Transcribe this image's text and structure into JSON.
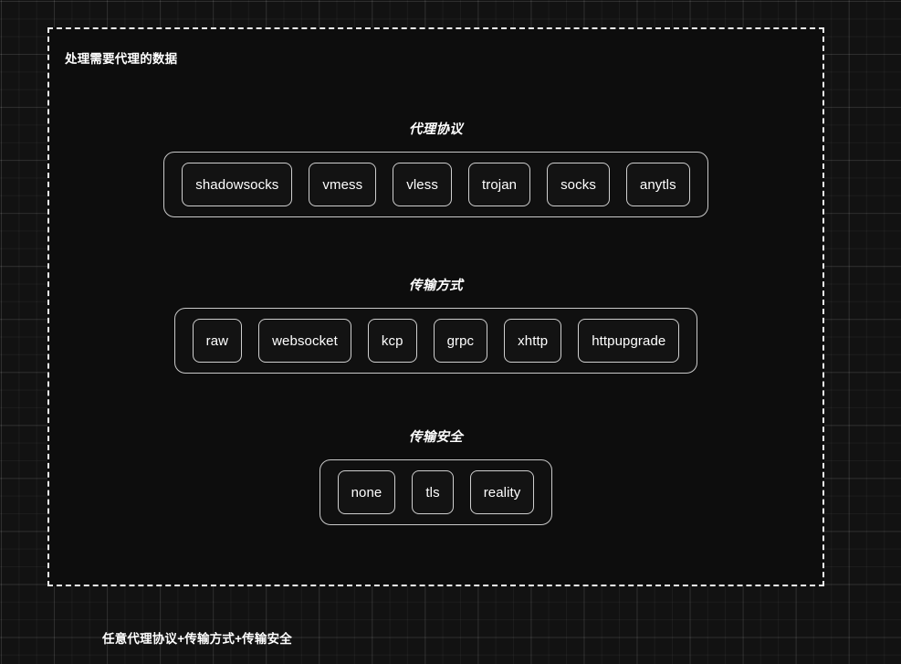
{
  "group": {
    "title": "处理需要代理的数据"
  },
  "sections": [
    {
      "id": "protocol",
      "title": "代理协议",
      "items": [
        {
          "label": "shadowsocks"
        },
        {
          "label": "vmess"
        },
        {
          "label": "vless"
        },
        {
          "label": "trojan"
        },
        {
          "label": "socks"
        },
        {
          "label": "anytls"
        }
      ]
    },
    {
      "id": "transport",
      "title": "传输方式",
      "items": [
        {
          "label": "raw"
        },
        {
          "label": "websocket"
        },
        {
          "label": "kcp"
        },
        {
          "label": "grpc"
        },
        {
          "label": "xhttp"
        },
        {
          "label": "httpupgrade"
        }
      ]
    },
    {
      "id": "security",
      "title": "传输安全",
      "items": [
        {
          "label": "none"
        },
        {
          "label": "tls"
        },
        {
          "label": "reality"
        }
      ]
    }
  ],
  "caption": "任意代理协议+传输方式+传输安全",
  "colors": {
    "background": "#121212",
    "group_background": "#0d0d0d",
    "border": "#f2f2f2",
    "box_border": "#cfcfcf",
    "text": "#ffffff"
  }
}
